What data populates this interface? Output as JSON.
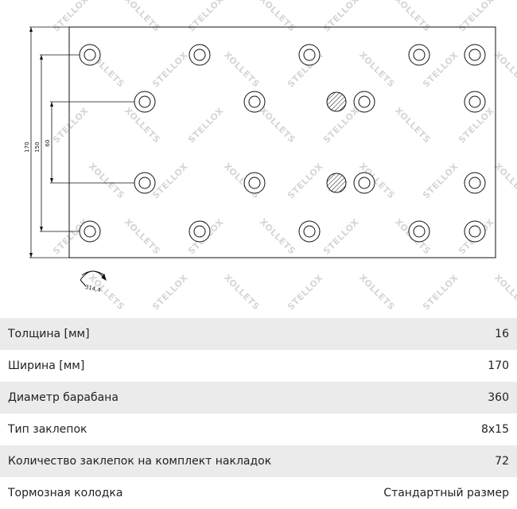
{
  "watermark": {
    "brand_text": "STELLOX",
    "reversed_text": "XOLLETS"
  },
  "drawing": {
    "dimension_labels": {
      "height_overall": "170",
      "rivet_outer_span": "150",
      "rivet_inner_span": "60",
      "arc_length": "314,4"
    }
  },
  "specs": [
    {
      "label": "Толщина [мм]",
      "value": "16"
    },
    {
      "label": "Ширина [мм]",
      "value": "170"
    },
    {
      "label": "Диаметр барабана",
      "value": "360"
    },
    {
      "label": "Тип заклепок",
      "value": "8x15"
    },
    {
      "label": "Количество заклепок на комплект накладок",
      "value": "72"
    },
    {
      "label": "Тормозная колодка",
      "value": "Стандартный размер"
    }
  ],
  "colors": {
    "row_shade": "#ebebeb",
    "line": "#111111",
    "watermark": "#d6d6d6"
  }
}
